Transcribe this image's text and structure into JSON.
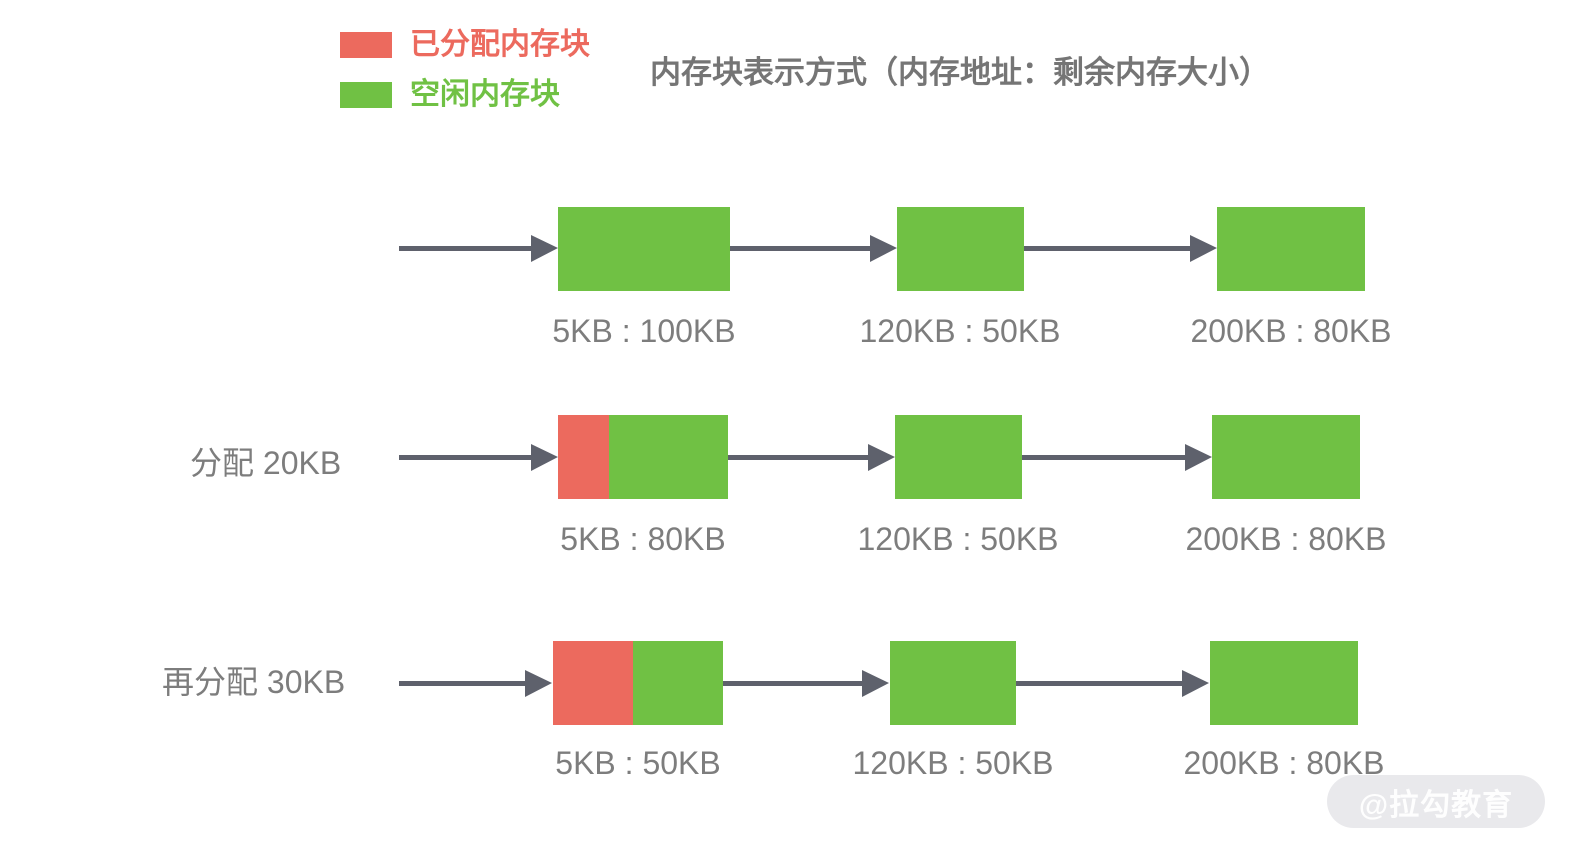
{
  "title": "内存块表示方式（内存地址：剩余内存大小）",
  "legend": {
    "allocated_label": "已分配内存块",
    "free_label": "空闲内存块"
  },
  "colors": {
    "allocated_block": "#ec6a5e",
    "free_block": "#70c144",
    "arrow": "#5e616c",
    "label_text": "#7d7d7d"
  },
  "rows": [
    {
      "blocks": [
        {
          "address": "5KB",
          "free_size": "100KB",
          "label": "5KB : 100KB",
          "allocated_fraction": 0
        },
        {
          "address": "120KB",
          "free_size": "50KB",
          "label": "120KB : 50KB",
          "allocated_fraction": 0
        },
        {
          "address": "200KB",
          "free_size": "80KB",
          "label": "200KB : 80KB",
          "allocated_fraction": 0
        }
      ]
    },
    {
      "step_label": "分配 20KB",
      "blocks": [
        {
          "address": "5KB",
          "free_size": "80KB",
          "label": "5KB : 80KB",
          "allocated_fraction": 0.3
        },
        {
          "address": "120KB",
          "free_size": "50KB",
          "label": "120KB : 50KB",
          "allocated_fraction": 0
        },
        {
          "address": "200KB",
          "free_size": "80KB",
          "label": "200KB : 80KB",
          "allocated_fraction": 0
        }
      ]
    },
    {
      "step_label": "再分配 30KB",
      "blocks": [
        {
          "address": "5KB",
          "free_size": "50KB",
          "label": "5KB : 50KB",
          "allocated_fraction": 0.47
        },
        {
          "address": "120KB",
          "free_size": "50KB",
          "label": "120KB : 50KB",
          "allocated_fraction": 0
        },
        {
          "address": "200KB",
          "free_size": "80KB",
          "label": "200KB : 80KB",
          "allocated_fraction": 0
        }
      ]
    }
  ],
  "watermark": "@拉勾教育"
}
